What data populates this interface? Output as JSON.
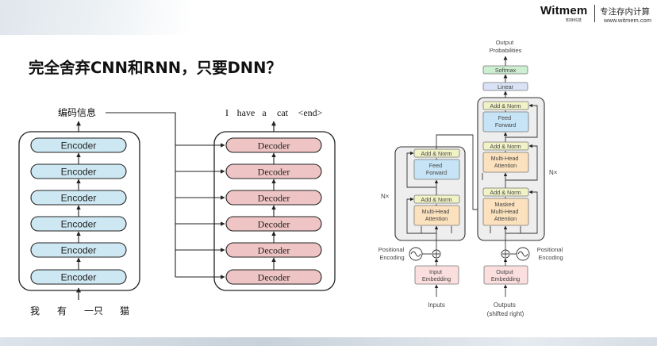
{
  "slide": {
    "title": "完全舍弃CNN和RNN，只要DNN？",
    "brand": {
      "logo": "Witmem",
      "logo_sub": "知存科技",
      "slogan": "专注存内计算",
      "website": "www.witmem.com"
    }
  },
  "left_diagram": {
    "encoder_output_label": "编码信息",
    "encoder_blocks": [
      "Encoder",
      "Encoder",
      "Encoder",
      "Encoder",
      "Encoder",
      "Encoder"
    ],
    "decoder_blocks": [
      "Decoder",
      "Decoder",
      "Decoder",
      "Decoder",
      "Decoder",
      "Decoder"
    ],
    "input_tokens": [
      "我",
      "有",
      "一只",
      "猫"
    ],
    "output_tokens": [
      "I",
      "have",
      "a",
      "cat",
      "<end>"
    ]
  },
  "right_diagram": {
    "output_probabilities": "Output\nProbabilities",
    "softmax": "Softmax",
    "linear": "Linear",
    "add_norm": "Add & Norm",
    "feed_forward": "Feed\nForward",
    "multi_head_attention": "Multi-Head\nAttention",
    "masked_multi_head_attention": "Masked\nMulti-Head\nAttention",
    "encoder_repeat": "N×",
    "decoder_repeat": "N×",
    "positional_encoding": "Positional\nEncoding",
    "input_embedding": "Input\nEmbedding",
    "output_embedding": "Output\nEmbedding",
    "inputs": "Inputs",
    "outputs": "Outputs\n(shifted right)"
  },
  "colors": {
    "encoder_fill": "#cde8f2",
    "decoder_fill": "#efc4c4",
    "add_norm_fill": "#f1f3c6",
    "feed_forward_fill": "#c6e4f6",
    "attention_fill": "#fbe1bd",
    "embedding_fill": "#fbdede",
    "softmax_fill": "#cdeed0",
    "linear_fill": "#d9e2f6",
    "stack_fill": "#eeeeee"
  }
}
